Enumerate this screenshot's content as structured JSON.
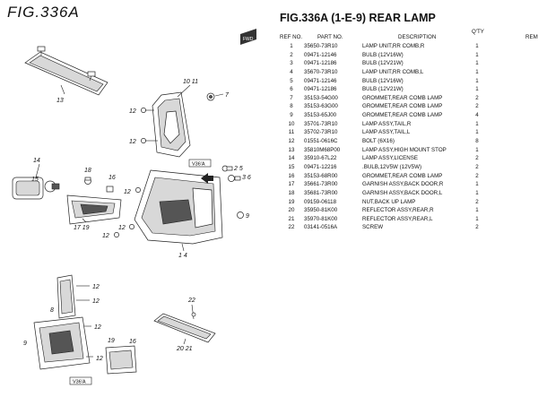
{
  "figure_label": "FIG.336A",
  "title": "FIG.336A (1-E-9) REAR LAMP",
  "table": {
    "headers": {
      "ref_no": "REF NO.",
      "part_no": "PART NO.",
      "description": "DESCRIPTION",
      "qty": "Q'TY",
      "remarks": "REM"
    },
    "rows": [
      {
        "ref": "1",
        "part": "35650-73R10",
        "desc": "LAMP UNIT,RR COMB,R",
        "qty": "1"
      },
      {
        "ref": "2",
        "part": "09471-12146",
        "desc": "BULB (12V16W)",
        "qty": "1"
      },
      {
        "ref": "3",
        "part": "09471-12186",
        "desc": "BULB (12V21W)",
        "qty": "1"
      },
      {
        "ref": "4",
        "part": "35670-73R10",
        "desc": "LAMP UNIT,RR COMB,L",
        "qty": "1"
      },
      {
        "ref": "5",
        "part": "09471-12146",
        "desc": "BULB (12V16W)",
        "qty": "1"
      },
      {
        "ref": "6",
        "part": "09471-12186",
        "desc": "BULB (12V21W)",
        "qty": "1"
      },
      {
        "ref": "7",
        "part": "35153-54G00",
        "desc": "GROMMET,REAR COMB LAMP",
        "qty": "2"
      },
      {
        "ref": "8",
        "part": "35153-63G00",
        "desc": "GROMMET,REAR COMB LAMP",
        "qty": "2"
      },
      {
        "ref": "9",
        "part": "35153-65J00",
        "desc": "GROMMET,REAR COMB LAMP",
        "qty": "4"
      },
      {
        "ref": "10",
        "part": "35701-73R10",
        "desc": "LAMP ASSY,TAIL,R",
        "qty": "1"
      },
      {
        "ref": "11",
        "part": "35702-73R10",
        "desc": "LAMP ASSY,TAIL,L",
        "qty": "1"
      },
      {
        "ref": "12",
        "part": "01551-0616C",
        "desc": "BOLT (6X16)",
        "qty": "8"
      },
      {
        "ref": "13",
        "part": "35810M68P00",
        "desc": "LAMP ASSY,HIGH MOUNT STOP",
        "qty": "1"
      },
      {
        "ref": "14",
        "part": "35910-67L22",
        "desc": "LAMP ASSY,LICENSE",
        "qty": "2"
      },
      {
        "ref": "15",
        "part": "09471-12216",
        "desc": ".BULB,12V5W (12V5W)",
        "qty": "2"
      },
      {
        "ref": "16",
        "part": "35153-68R00",
        "desc": "GROMMET,REAR COMB LAMP",
        "qty": "2"
      },
      {
        "ref": "17",
        "part": "35661-73R00",
        "desc": "GARNISH ASSY,BACK DOOR,R",
        "qty": "1"
      },
      {
        "ref": "18",
        "part": "35681-73R00",
        "desc": "GARNISH ASSY,BACK DOOR,L",
        "qty": "1"
      },
      {
        "ref": "19",
        "part": "09159-06118",
        "desc": "NUT,BACK UP LAMP",
        "qty": "2"
      },
      {
        "ref": "20",
        "part": "35950-81K00",
        "desc": "REFLECTOR ASSY,REAR,R",
        "qty": "1"
      },
      {
        "ref": "21",
        "part": "35970-81K00",
        "desc": "REFLECTOR ASSY,REAR,L",
        "qty": "1"
      },
      {
        "ref": "22",
        "part": "03141-0516A",
        "desc": "SCREW",
        "qty": "2"
      }
    ]
  },
  "callouts": {
    "c13": "13",
    "c10_11": "10 11",
    "c7": "7",
    "c12a": "12",
    "c12b": "12",
    "c14": "14",
    "c15": "15",
    "c18": "18",
    "c16a": "16",
    "c12c": "12",
    "c12d": "12",
    "c17_19": "17 19",
    "c12e": "12",
    "c2_5": "2 5",
    "c3_6": "3 6",
    "c1_4": "1 4",
    "c12f": "12",
    "c12g": "12",
    "c8": "8",
    "c12h": "12",
    "c9": "9",
    "c12i": "12",
    "c22": "22",
    "c20_21": "20 21",
    "c19b": "19",
    "c16b": "16",
    "c9b": "9"
  },
  "arrow_label": "FWD",
  "ref_box_1": "V36'A",
  "ref_box_2": "V36'A"
}
